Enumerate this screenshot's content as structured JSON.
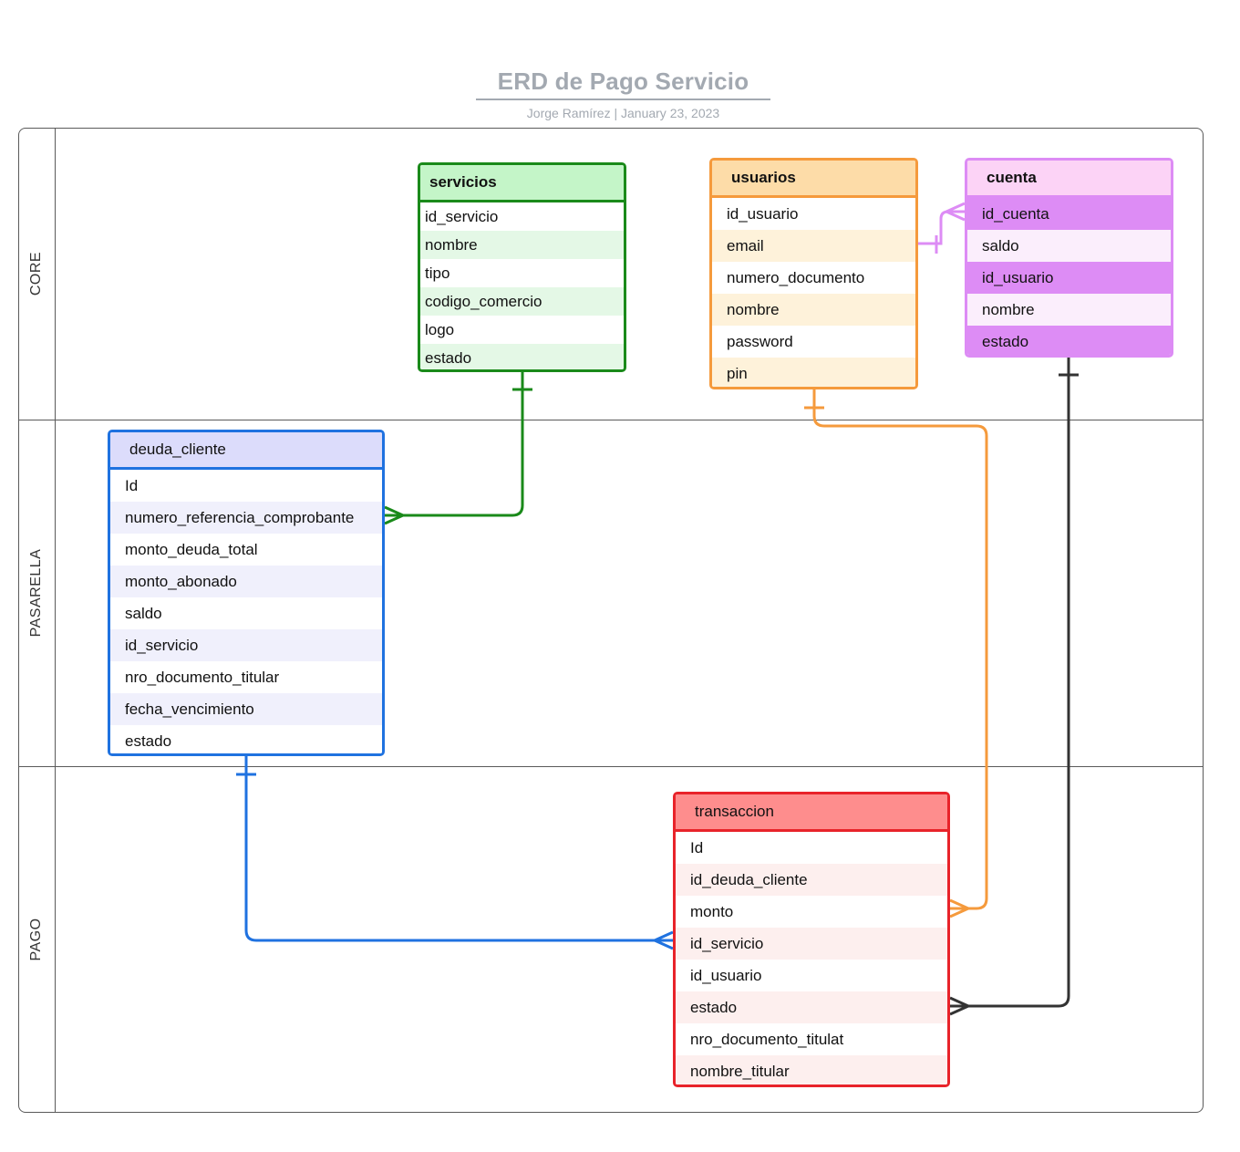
{
  "title": "ERD de Pago Servicio",
  "subtitle": "Jorge Ramírez  |  January 23, 2023",
  "lanes": [
    "CORE",
    "PASARELLA",
    "PAGO"
  ],
  "entities": {
    "servicios": {
      "name": "servicios",
      "fields": [
        "id_servicio",
        "nombre",
        "tipo",
        "codigo_comercio",
        "logo",
        "estado"
      ],
      "colors": {
        "border": "#1a8a1a",
        "header": "#c4f5c8",
        "stripe": "#e4f8e6",
        "plain": "#ffffff"
      }
    },
    "usuarios": {
      "name": "usuarios",
      "fields": [
        "id_usuario",
        "email",
        "numero_documento",
        "nombre",
        "password",
        "pin"
      ],
      "colors": {
        "border": "#f59a3c",
        "header": "#fddca8",
        "stripe": "#fef2da",
        "plain": "#ffffff"
      }
    },
    "cuenta": {
      "name": "cuenta",
      "fields": [
        "id_cuenta",
        "saldo",
        "id_usuario",
        "nombre",
        "estado"
      ],
      "colors": {
        "border": "#dd8cf5",
        "header": "#fcd3f6",
        "stripe": "#dd8cf5",
        "plain": "#fbeefc"
      }
    },
    "deuda_cliente": {
      "name": "deuda_cliente",
      "fields": [
        "Id",
        "numero_referencia_comprobante",
        "monto_deuda_total",
        "monto_abonado",
        "saldo",
        "id_servicio",
        "nro_documento_titular",
        "fecha_vencimiento",
        "estado"
      ],
      "colors": {
        "border": "#1f72e0",
        "header": "#dcdcfb",
        "stripe": "#f0f0fc",
        "plain": "#ffffff"
      }
    },
    "transaccion": {
      "name": "transaccion",
      "fields": [
        "Id",
        "id_deuda_cliente",
        "monto",
        "id_servicio",
        "id_usuario",
        "estado",
        "nro_documento_titulat",
        "nombre_titular"
      ],
      "colors": {
        "border": "#e8232a",
        "header": "#fe8d8d",
        "stripe": "#fdefee",
        "plain": "#ffffff"
      }
    }
  },
  "relationships": [
    {
      "from": "servicios",
      "to": "deuda_cliente",
      "from_end": "one",
      "to_end": "many",
      "color": "#1a8a1a"
    },
    {
      "from": "usuarios",
      "to": "transaccion",
      "from_end": "one",
      "to_end": "many",
      "color": "#f59a3c"
    },
    {
      "from": "cuenta",
      "to": "transaccion",
      "from_end": "one",
      "to_end": "many",
      "color": "#333333"
    },
    {
      "from": "deuda_cliente",
      "to": "transaccion",
      "from_end": "one",
      "to_end": "many",
      "color": "#1f72e0"
    },
    {
      "from": "usuarios",
      "to": "cuenta",
      "from_end": "one",
      "to_end": "many",
      "color": "#dd8cf5"
    }
  ]
}
